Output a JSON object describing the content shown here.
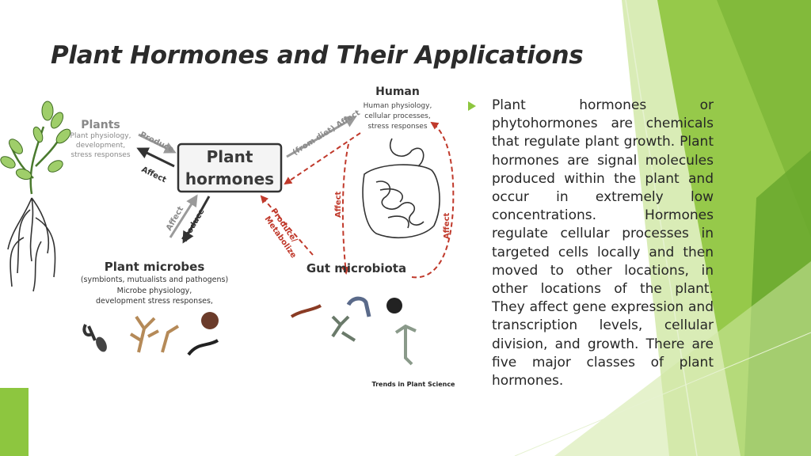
{
  "slide": {
    "title": "Plant Hormones and Their Applications",
    "body": "Plant hormones or phytohormones are chemicals that regulate plant growth. Plant hormones are signal molecules produced within the plant and occur in extremely low concentrations. Hormones regulate cellular processes in targeted cells locally and then moved to other locations, in other locations of the plant. They affect gene expression and transcription levels, cellular division, and growth. There are five major classes of plant hormones."
  },
  "diagram": {
    "center": {
      "line1": "Plant",
      "line2": "hormones"
    },
    "plants": {
      "title": "Plants",
      "lines": [
        "Plant physiology,",
        "development,",
        "stress responses"
      ]
    },
    "human": {
      "title": "Human",
      "lines": [
        "Human physiology,",
        "cellular processes,",
        "stress responses"
      ]
    },
    "microbes": {
      "title": "Plant microbes",
      "lines": [
        "(symbionts, mutualists and pathogens)",
        "Microbe physiology,",
        "development stress responses,"
      ]
    },
    "gut": {
      "title": "Gut microbiota"
    },
    "arrows": {
      "produce_plants": "Produce",
      "affect_plants": "Affect",
      "from_diet_affect": "(from diet) Affect",
      "affect_microbes": "Affect",
      "produce_microbes": "Produce",
      "produce_metabolize": [
        "Produce/",
        "Metabolize"
      ],
      "affect_gut_left": "Affect",
      "affect_gut_right": "Affect"
    },
    "credit": "Trends in Plant Science"
  },
  "colors": {
    "accent_green": "#8dc63f",
    "title": "#2b2b2b",
    "arrow_gray": "#9a9a9a",
    "arrow_red": "#c0392b"
  }
}
